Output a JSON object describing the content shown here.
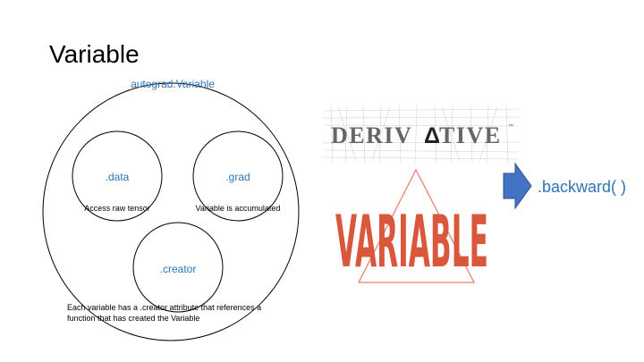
{
  "slide": {
    "title": "Variable"
  },
  "diagram": {
    "outer_label": "autograd.Variable",
    "data_node": {
      "label": ".data",
      "caption": "Access raw tensor"
    },
    "grad_node": {
      "label": ".grad",
      "caption": "Variable is accumulated"
    },
    "creator_node": {
      "label": ".creator",
      "caption_line1": "Each variable has a .creator attribute that references a",
      "caption_line2": "function that has created the Variable"
    }
  },
  "derivative_logo": {
    "text_left": "DERIV",
    "delta": "Δ",
    "text_right": "TIVE",
    "mark": "™"
  },
  "variable_logo": {
    "text": "VARIABLE"
  },
  "backward": {
    "label": ".backward( )"
  },
  "colors": {
    "node_label": "#2e75b6",
    "arrow_fill": "#4472c4",
    "arrow_stroke": "#2f528f",
    "variable_red": "#d9573b",
    "triangle_red": "#e8826d",
    "derivative_gray": "#555555"
  }
}
